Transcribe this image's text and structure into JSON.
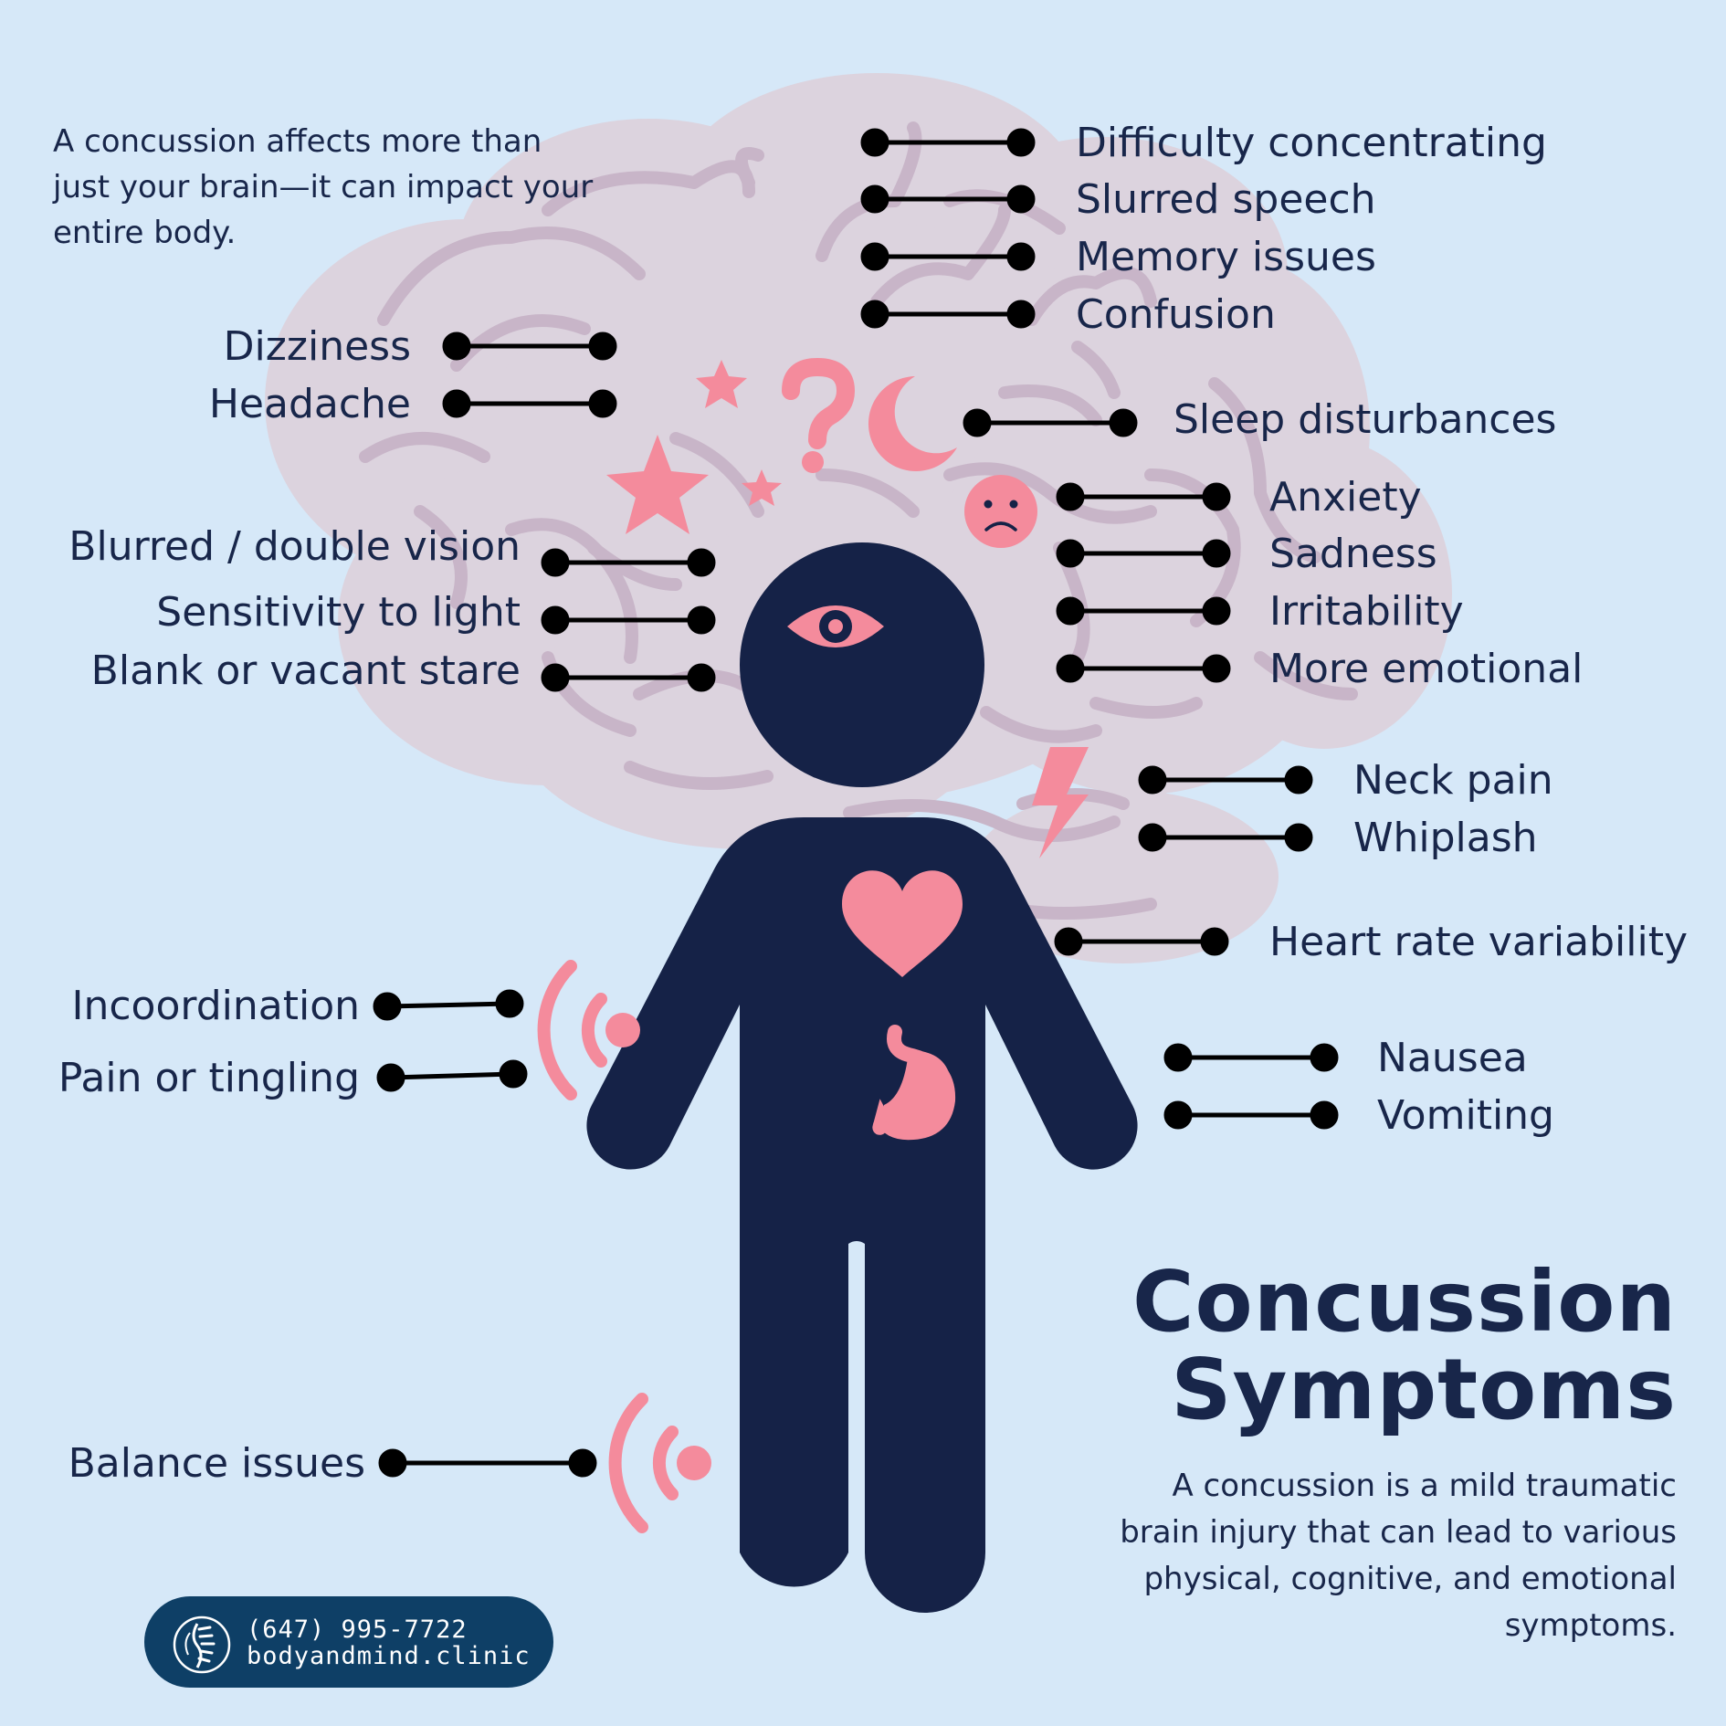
{
  "intro": "A concussion affects more than just your brain—it can impact your entire body.",
  "title_line1": "Concussion",
  "title_line2": "Symptoms",
  "description": "A concussion is a mild traumatic brain injury that can lead to various physical, cognitive, and emotional symptoms.",
  "contact": {
    "phone": "(647) 995-7722",
    "website": "bodyandmind.clinic"
  },
  "symptoms": {
    "difficulty_concentrating": "Difficulty concentrating",
    "slurred_speech": "Slurred speech",
    "memory_issues": "Memory issues",
    "confusion": "Confusion",
    "dizziness": "Dizziness",
    "headache": "Headache",
    "sleep_disturbances": "Sleep disturbances",
    "anxiety": "Anxiety",
    "sadness": "Sadness",
    "irritability": "Irritability",
    "more_emotional": "More emotional",
    "blurred_vision": "Blurred / double vision",
    "sensitivity_to_light": "Sensitivity to light",
    "blank_stare": "Blank or vacant stare",
    "neck_pain": "Neck pain",
    "whiplash": "Whiplash",
    "heart_rate_variability": "Heart rate variability",
    "incoordination": "Incoordination",
    "pain_or_tingling": "Pain or tingling",
    "nausea": "Nausea",
    "vomiting": "Vomiting",
    "balance_issues": "Balance issues"
  },
  "colors": {
    "background": "#d6e8f8",
    "navy": "#152247",
    "pink": "#f48b9c",
    "brain": "#dcd3de",
    "brain_line": "#c8b5c8",
    "badge": "#0e3f66"
  },
  "icons": [
    "brain-illustration",
    "person-silhouette",
    "eye-icon",
    "heart-icon",
    "stomach-icon",
    "lightning-icon",
    "star-icon",
    "question-mark-icon",
    "moon-icon",
    "sad-face-icon",
    "signal-waves-icon",
    "spine-logo-icon"
  ]
}
